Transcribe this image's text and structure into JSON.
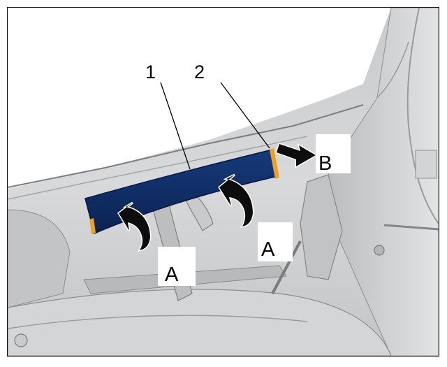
{
  "figure": {
    "callouts": [
      "1",
      "2"
    ],
    "labels": [
      "A",
      "A",
      "B"
    ]
  },
  "colors": {
    "panel_blue": "#0f2c63",
    "marker_orange": "#f0a020",
    "arrow_black": "#0d0d0d",
    "engine_bay_gray": "#cfd0d2"
  }
}
